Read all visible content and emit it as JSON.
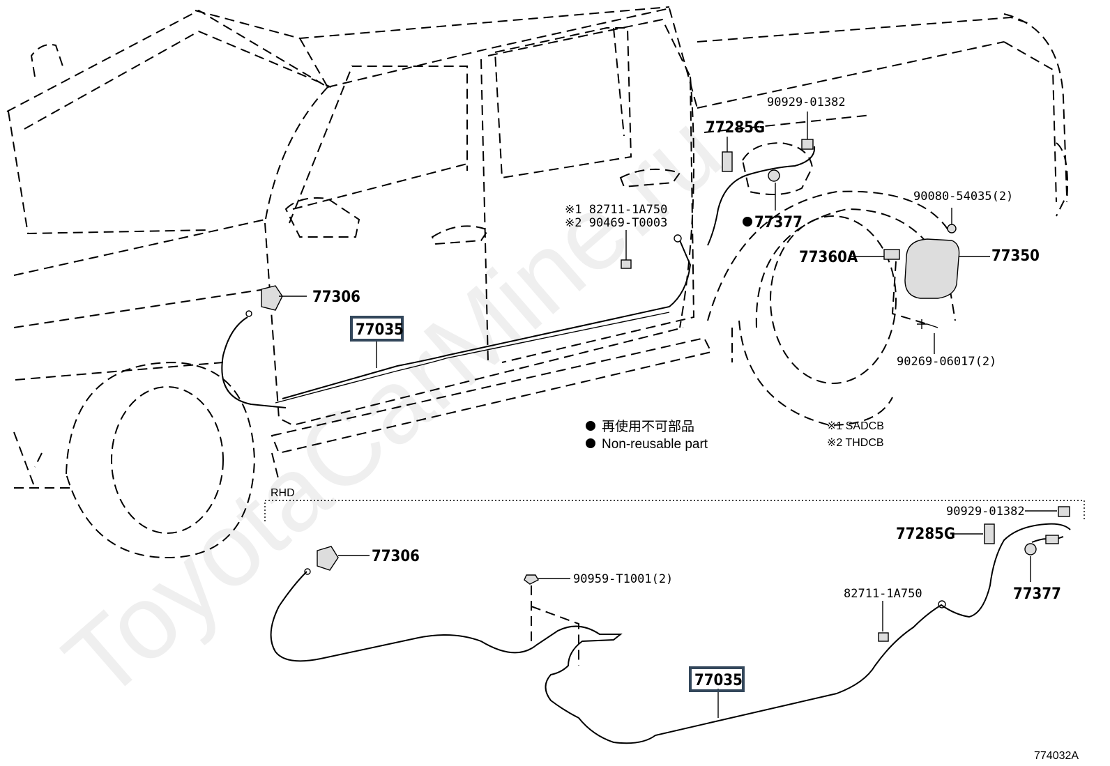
{
  "watermark": "ToyotaCarMine.ru",
  "diagram_id": "774032A",
  "section_label": "RHD",
  "legend": {
    "jp": "再使用不可部品",
    "en": "Non-reusable part",
    "note1": "※1 SADCB",
    "note2": "※2 THDCB"
  },
  "parts_upper": {
    "p77306": "77306",
    "p77035": "77035",
    "p82711_n1": "※1 82711-1A750",
    "p90469_n2": "※2 90469-T0003",
    "p77285G": "77285G",
    "p90929": "90929-01382",
    "p77377": "77377",
    "p90080": "90080-54035(2)",
    "p77360A": "77360A",
    "p77350": "77350",
    "p90269": "90269-06017(2)"
  },
  "parts_lower": {
    "p77306": "77306",
    "p90959": "90959-T1001(2)",
    "p77035": "77035",
    "p82711": "82711-1A750",
    "p90929": "90929-01382",
    "p77285G": "77285G",
    "p77377": "77377"
  },
  "colors": {
    "highlight_box": "#33475b",
    "line": "#000000",
    "background": "#ffffff"
  }
}
